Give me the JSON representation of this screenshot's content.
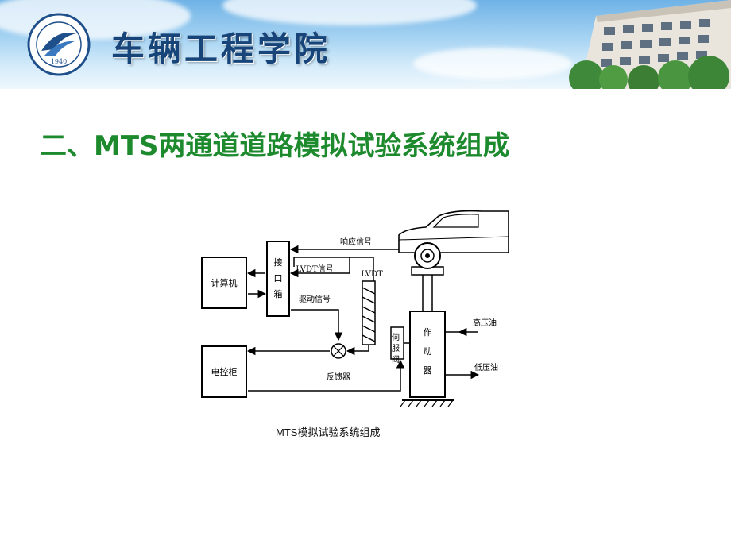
{
  "header": {
    "school_name": "车辆工程学院",
    "logo_year": "1940"
  },
  "slide": {
    "title": "二、MTS两通道道路模拟试验系统组成",
    "caption": "MTS模拟试验系统组成"
  },
  "diagram": {
    "computer": "计算机",
    "interface_box": [
      "接",
      "口",
      "箱"
    ],
    "control_cabinet": "电控柜",
    "feedback_device": "反馈器",
    "servo_valve": [
      "伺",
      "服",
      "阀"
    ],
    "actuator": [
      "作",
      "动",
      "器"
    ],
    "lvdt": "LVDT",
    "response_signal": "响应信号",
    "lvdt_signal": "LVDT信号",
    "drive_signal": "驱动信号",
    "high_pressure_oil": "高压油",
    "low_pressure_oil": "低压油"
  },
  "colors": {
    "title_green": "#1d8a2e",
    "banner_text": "#17457a"
  }
}
